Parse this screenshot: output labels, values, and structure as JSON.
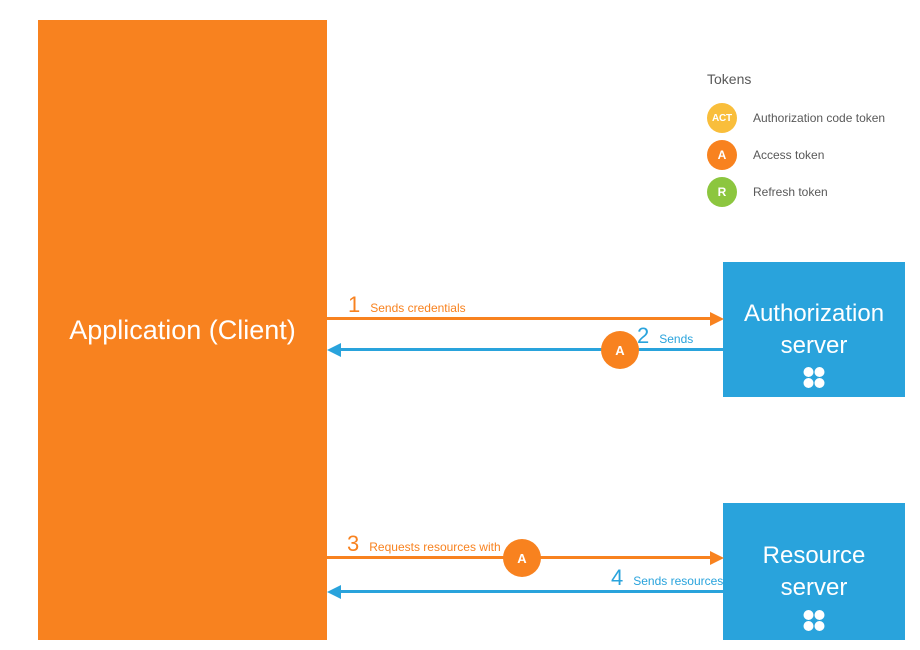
{
  "diagram": {
    "application": {
      "label": "Application (Client)"
    },
    "authorization_server": {
      "line1": "Authorization",
      "line2": "server"
    },
    "resource_server": {
      "line1": "Resource",
      "line2": "server"
    },
    "flows": [
      {
        "step": "1",
        "label": "Sends credentials",
        "from": "Application (Client)",
        "to": "Authorization server",
        "badge": "",
        "color": "#F8821F"
      },
      {
        "step": "2",
        "label": "Sends",
        "from": "Authorization server",
        "to": "Application (Client)",
        "badge": "A",
        "color": "#29A3DC"
      },
      {
        "step": "3",
        "label": "Requests resources with",
        "from": "Application (Client)",
        "to": "Resource server",
        "badge": "A",
        "color": "#F8821F"
      },
      {
        "step": "4",
        "label": "Sends resources",
        "from": "Resource server",
        "to": "Application (Client)",
        "badge": "",
        "color": "#29A3DC"
      }
    ],
    "legend": {
      "title": "Tokens",
      "items": [
        {
          "badge": "ACT",
          "label": "Authorization code token",
          "color": "#F9BE3B"
        },
        {
          "badge": "A",
          "label": "Access token",
          "color": "#F8821F"
        },
        {
          "badge": "R",
          "label": "Refresh token",
          "color": "#8CC63F"
        }
      ]
    },
    "colors": {
      "orange": "#F8821F",
      "blue": "#29A3DC",
      "yellow": "#F9BE3B",
      "green": "#8CC63F",
      "label_gray": "#595959",
      "white": "#FFFFFF"
    }
  }
}
